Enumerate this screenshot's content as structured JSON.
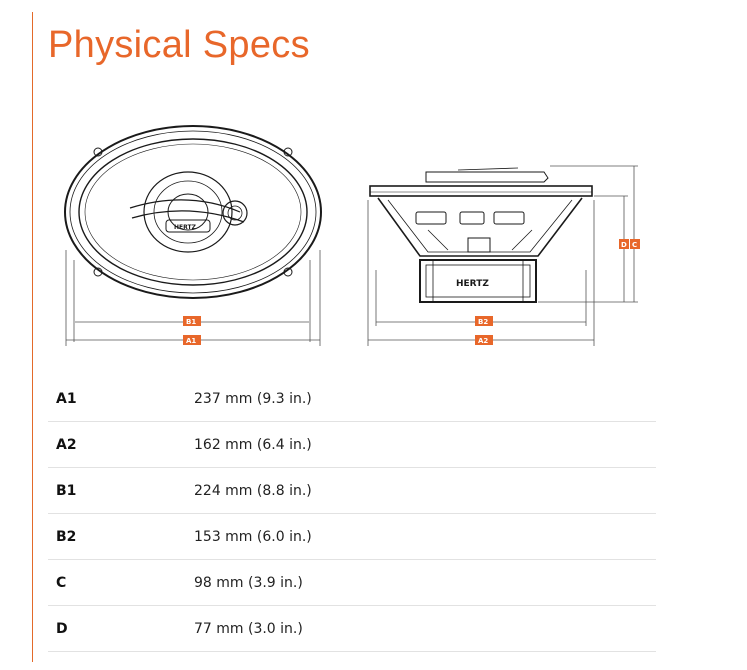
{
  "page": {
    "title": "Physical Specs"
  },
  "colors": {
    "accent": "#e8672a",
    "line": "#1a1a1a",
    "divider": "#e2e2e2"
  },
  "diagram": {
    "brand": "HERTZ",
    "labels": {
      "a1": "A1",
      "b1": "B1",
      "a2": "A2",
      "b2": "B2",
      "c": "C",
      "d": "D"
    }
  },
  "specs": [
    {
      "key": "A1",
      "value": "237 mm (9.3 in.)"
    },
    {
      "key": "A2",
      "value": "162 mm (6.4 in.)"
    },
    {
      "key": "B1",
      "value": "224 mm (8.8 in.)"
    },
    {
      "key": "B2",
      "value": "153 mm (6.0 in.)"
    },
    {
      "key": "C",
      "value": "98 mm (3.9 in.)"
    },
    {
      "key": "D",
      "value": "77 mm (3.0 in.)"
    }
  ]
}
